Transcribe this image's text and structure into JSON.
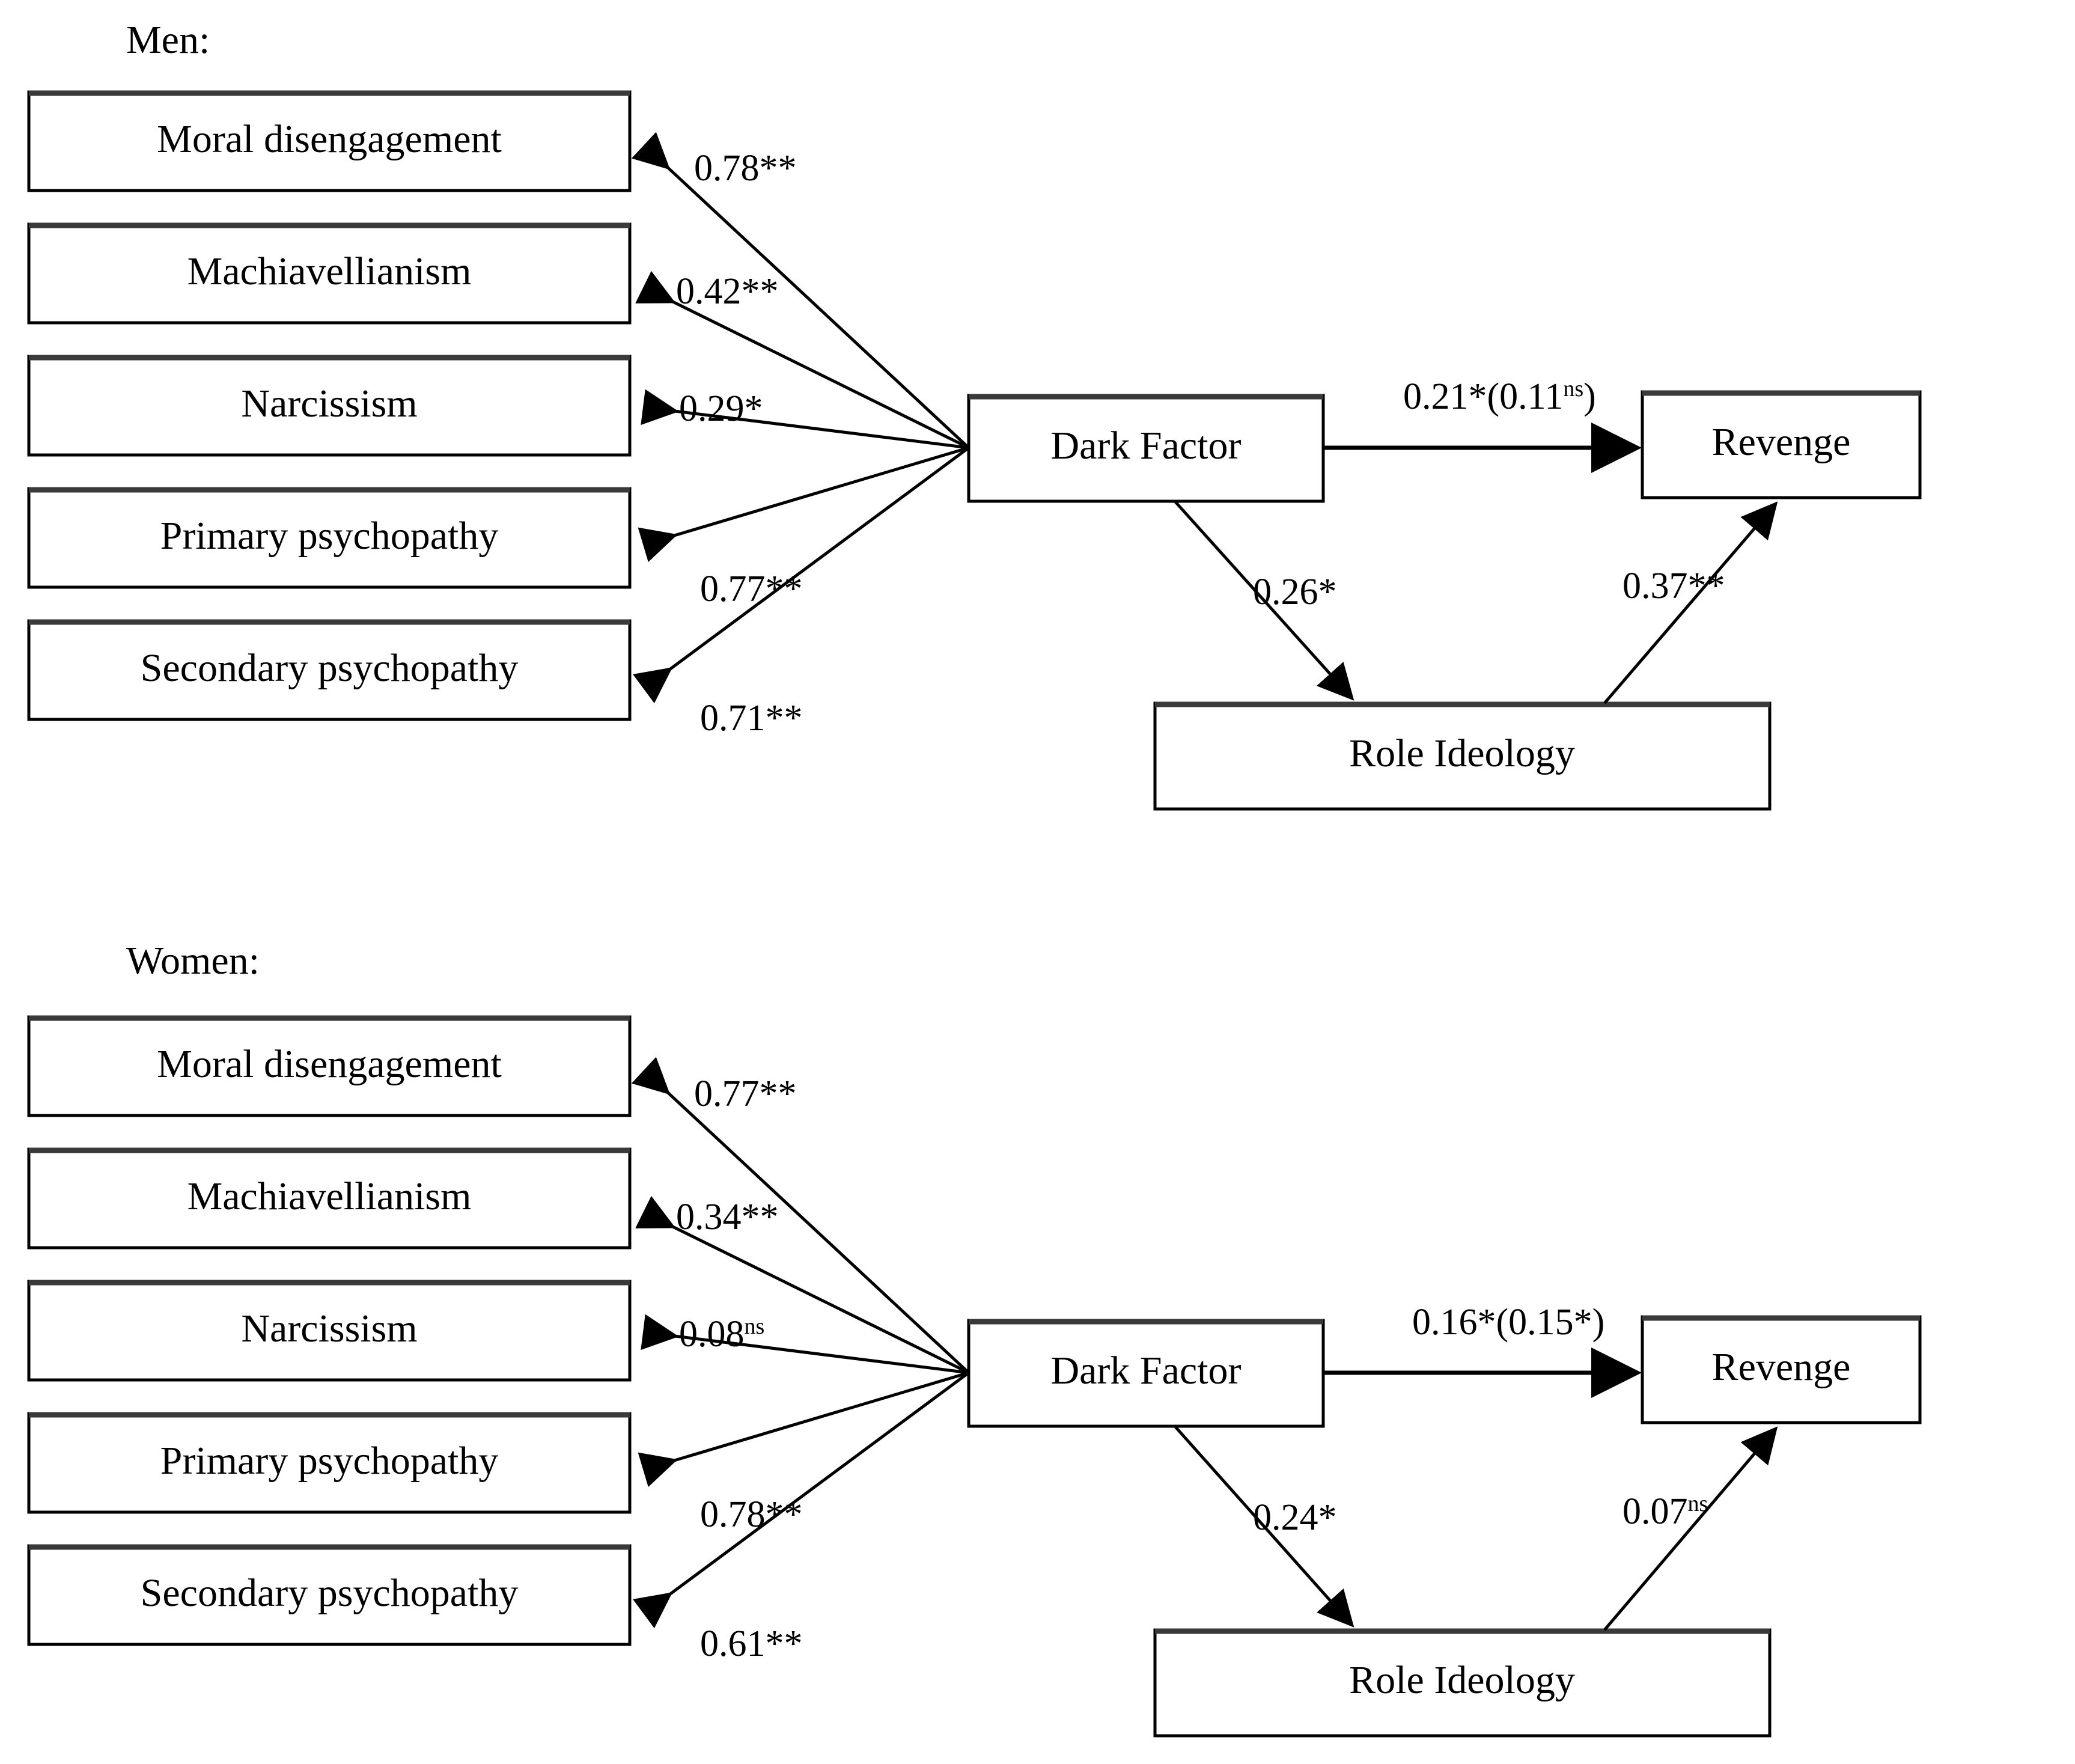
{
  "figure": {
    "type": "path-diagram",
    "description": "Structural equation model path diagram comparing men and women",
    "panels": [
      {
        "id": "men",
        "title": "Men:",
        "indicators": [
          "Moral disengagement",
          "Machiavellianism",
          "Narcissism",
          "Primary psychopathy",
          "Secondary psychopathy"
        ],
        "latent": "Dark Factor",
        "mediator": "Role Ideology",
        "outcome": "Revenge",
        "loadings": [
          {
            "indicator": "Moral disengagement",
            "value": "0.78",
            "sig": "**",
            "sup": ""
          },
          {
            "indicator": "Machiavellianism",
            "value": "0.42",
            "sig": "**",
            "sup": ""
          },
          {
            "indicator": "Narcissism",
            "value": "0.29",
            "sig": "*",
            "sup": ""
          },
          {
            "indicator": "Primary psychopathy",
            "value": "0.77",
            "sig": "**",
            "sup": ""
          },
          {
            "indicator": "Secondary psychopathy",
            "value": "0.71",
            "sig": "**",
            "sup": ""
          }
        ],
        "paths": [
          {
            "from": "Dark Factor",
            "to": "Revenge",
            "value": "0.21",
            "sig": "*",
            "sup": "",
            "paren_value": "0.11",
            "paren_sig": "",
            "paren_sup": "ns",
            "label": "0.21*(0.11ns)"
          },
          {
            "from": "Dark Factor",
            "to": "Role Ideology",
            "value": "0.26",
            "sig": "*",
            "sup": "",
            "label": "0.26*"
          },
          {
            "from": "Role Ideology",
            "to": "Revenge",
            "value": "0.37",
            "sig": "**",
            "sup": "",
            "label": "0.37**"
          }
        ]
      },
      {
        "id": "women",
        "title": "Women:",
        "indicators": [
          "Moral disengagement",
          "Machiavellianism",
          "Narcissism",
          "Primary psychopathy",
          "Secondary psychopathy"
        ],
        "latent": "Dark Factor",
        "mediator": "Role Ideology",
        "outcome": "Revenge",
        "loadings": [
          {
            "indicator": "Moral disengagement",
            "value": "0.77",
            "sig": "**",
            "sup": ""
          },
          {
            "indicator": "Machiavellianism",
            "value": "0.34",
            "sig": "**",
            "sup": ""
          },
          {
            "indicator": "Narcissism",
            "value": "0.08",
            "sig": "",
            "sup": "ns"
          },
          {
            "indicator": "Primary psychopathy",
            "value": "0.78",
            "sig": "**",
            "sup": ""
          },
          {
            "indicator": "Secondary psychopathy",
            "value": "0.61",
            "sig": "**",
            "sup": ""
          }
        ],
        "paths": [
          {
            "from": "Dark Factor",
            "to": "Revenge",
            "value": "0.16",
            "sig": "*",
            "sup": "",
            "paren_value": "0.15",
            "paren_sig": "*",
            "paren_sup": "",
            "label": "0.16*(0.15*)"
          },
          {
            "from": "Dark Factor",
            "to": "Role Ideology",
            "value": "0.24",
            "sig": "*",
            "sup": "",
            "label": "0.24*"
          },
          {
            "from": "Role Ideology",
            "to": "Revenge",
            "value": "0.07",
            "sig": "",
            "sup": "ns",
            "label": "0.07ns"
          }
        ]
      }
    ],
    "colors": {
      "stroke": "#000000",
      "box_top_stroke": "#3a3a3a",
      "background": "#ffffff",
      "text": "#000000"
    }
  }
}
